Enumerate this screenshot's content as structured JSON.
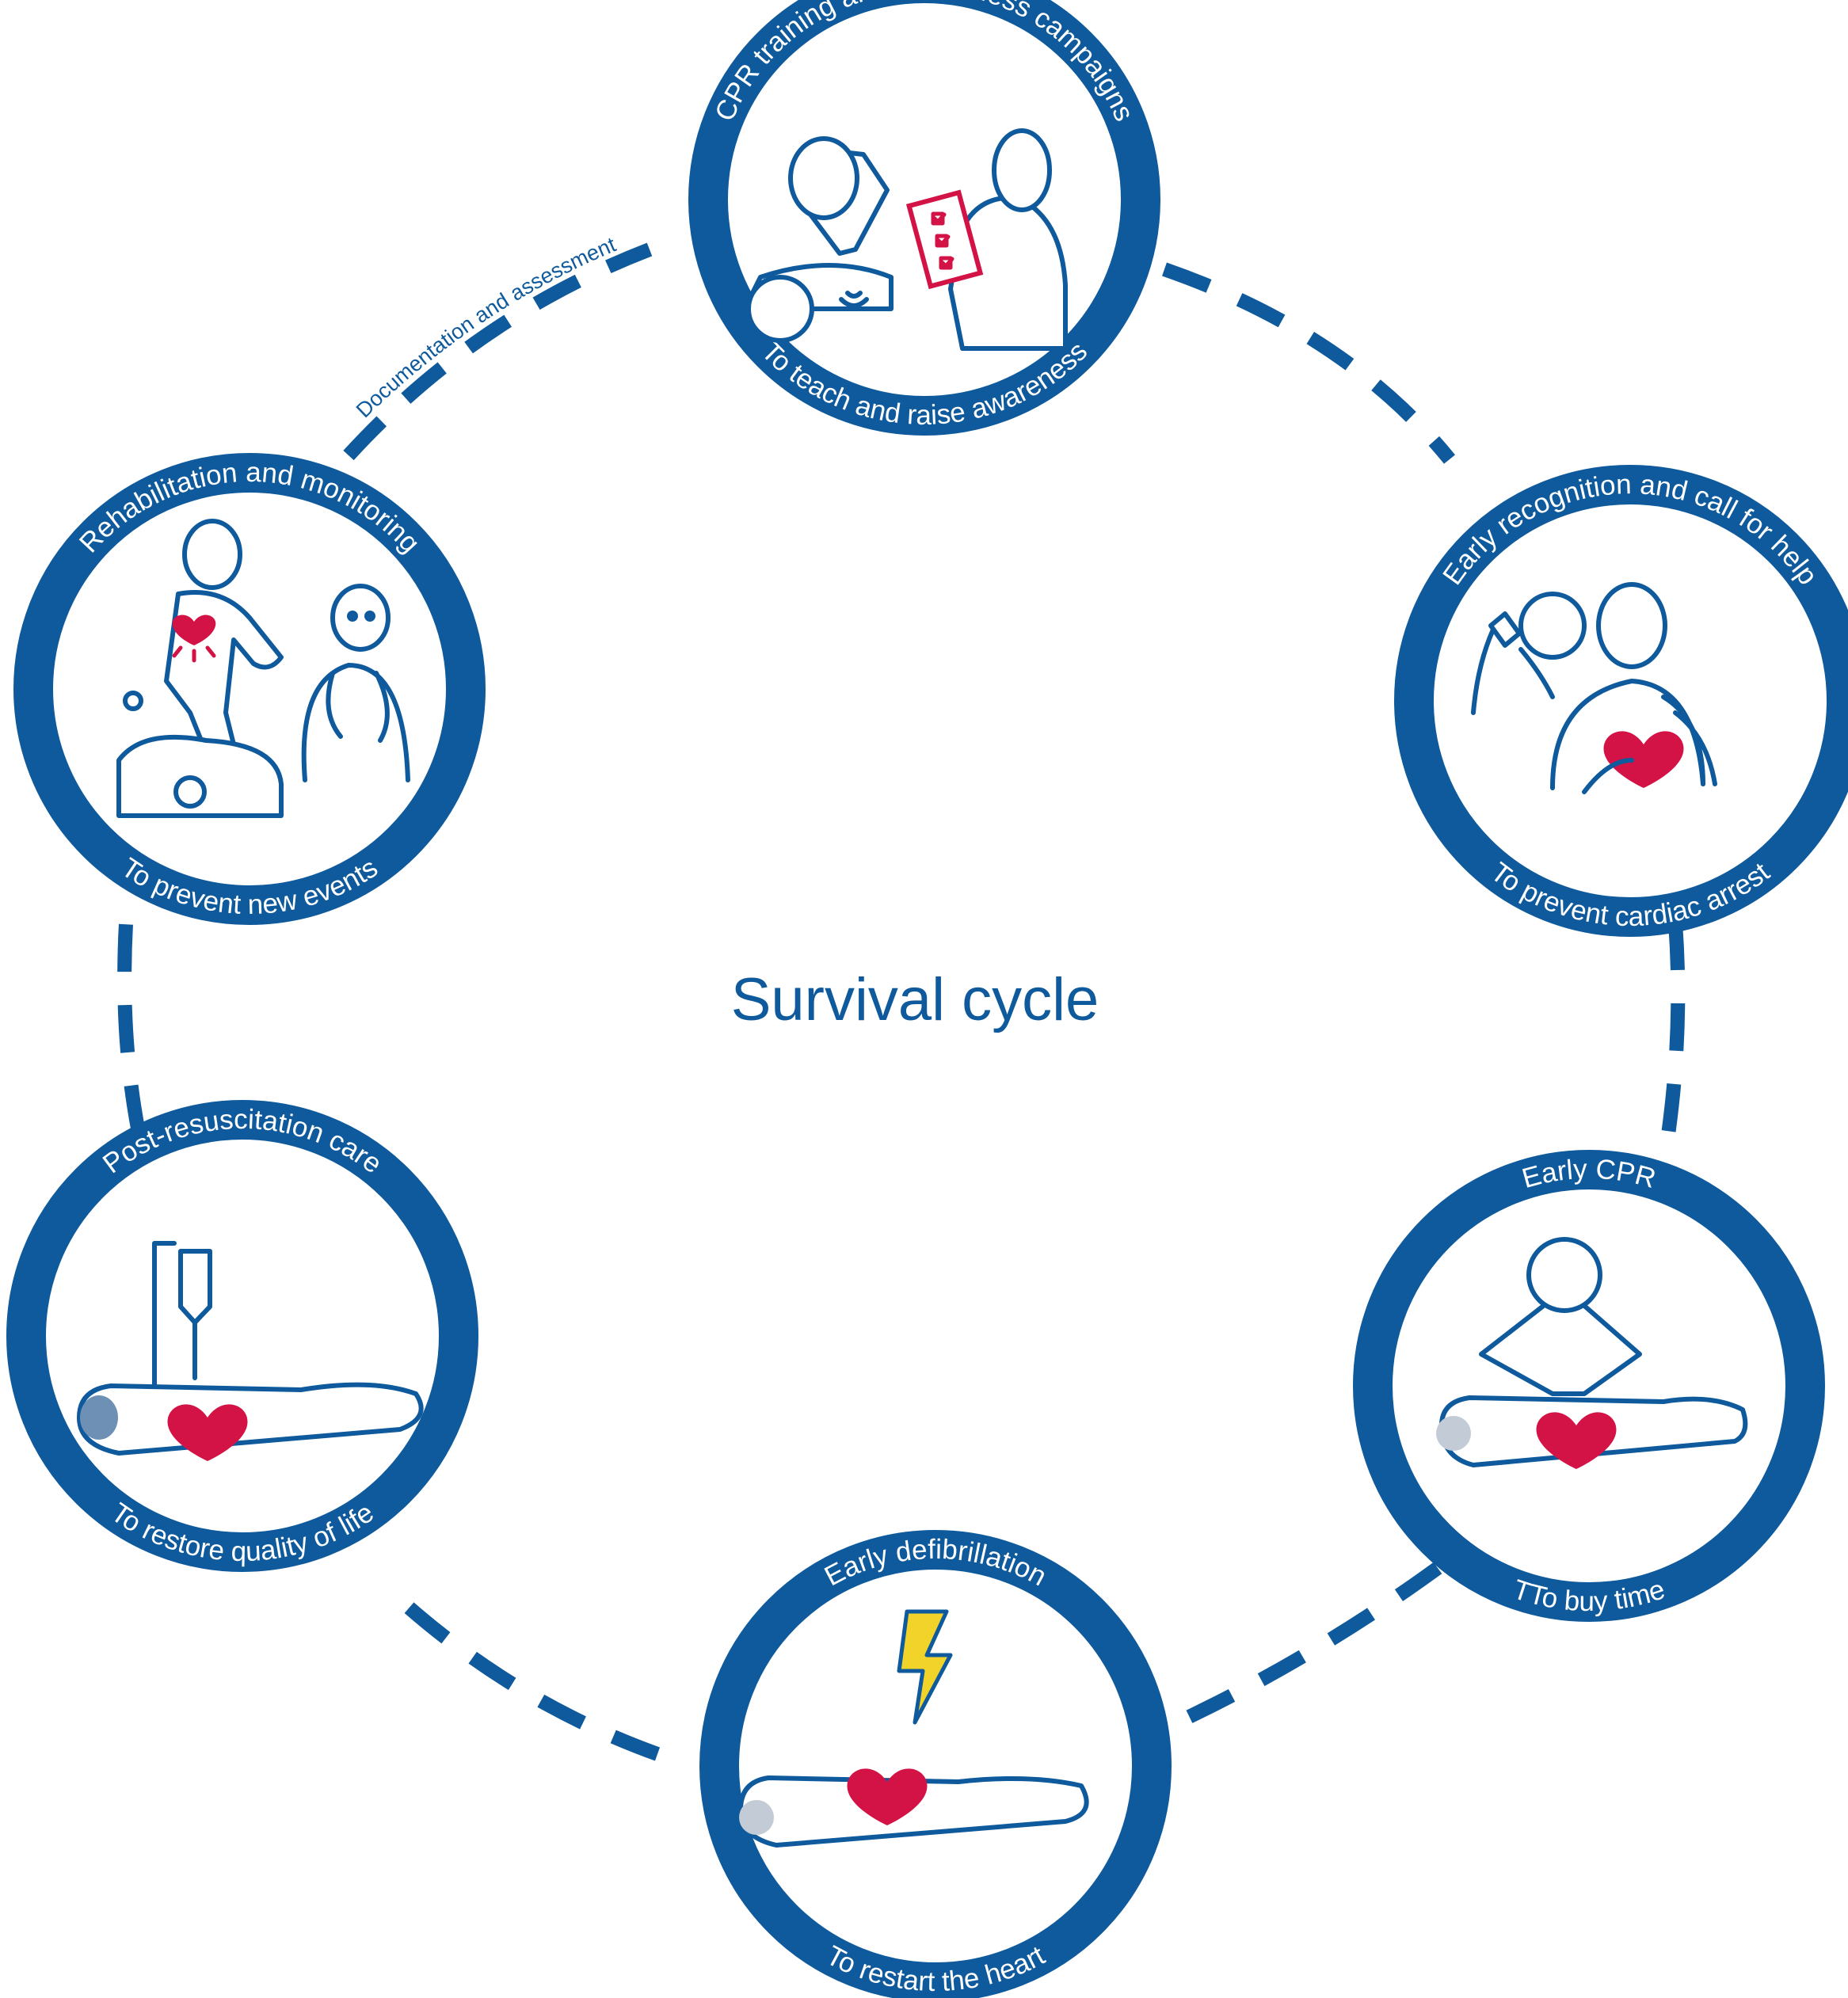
{
  "title": "Survival cycle",
  "connector_label": "Documentation and assessment",
  "stages": [
    {
      "name": "CPR training and awareness campaigns",
      "goal": "To teach and raise awareness",
      "icon": "cpr-training-icon"
    },
    {
      "name": "Early recognition and call for help",
      "goal": "To prevent cardiac arrest",
      "icon": "call-for-help-icon"
    },
    {
      "name": "Early CPR",
      "goal": "TTo buy time",
      "icon": "chest-compression-icon"
    },
    {
      "name": "Early defibrillation",
      "goal": "To restart the heart",
      "icon": "defibrillation-icon"
    },
    {
      "name": "Post-resuscitation care",
      "goal": "To restore quality of life",
      "icon": "iv-drip-patient-icon"
    },
    {
      "name": "Rehabilitation and monitoring",
      "goal": "To prevent new events",
      "icon": "rehabilitation-icon"
    }
  ],
  "colors": {
    "ring": "#0e5a9c",
    "heart": "#d31245",
    "bolt": "#f2d32a"
  }
}
